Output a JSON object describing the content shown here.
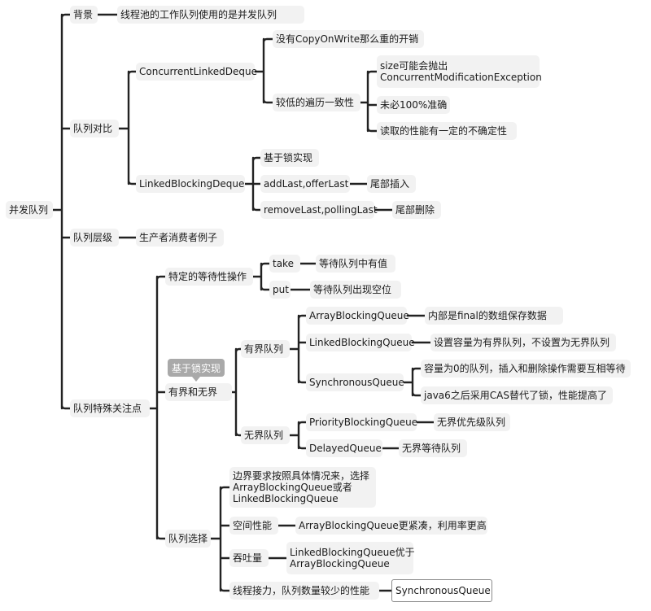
{
  "root": "并发队列",
  "background": {
    "label": "背景",
    "note": "线程池的工作队列使用的是并发队列"
  },
  "comparison": {
    "label": "队列对比",
    "concurrent_linked_deque": {
      "label": "ConcurrentLinkedDeque",
      "no_cow_overhead": "没有CopyOnWrite那么重的开销",
      "weak_consistency": {
        "label": "较低的遍历一致性",
        "size_exception": [
          "size可能会抛出",
          "ConcurrentModificationException"
        ],
        "not_exact": "未必100%准确",
        "read_uncertain": "读取的性能有一定的不确定性"
      }
    },
    "linked_blocking_deque": {
      "label": "LinkedBlockingDeque",
      "lock_based": "基于锁实现",
      "add_last": {
        "label": "addLast,offerLast",
        "note": "尾部插入"
      },
      "remove_last": {
        "label": "removeLast,pollingLast",
        "note": "尾部删除"
      }
    }
  },
  "hierarchy": {
    "label": "队列层级",
    "note": "生产者消费者例子"
  },
  "special": {
    "label": "队列特殊关注点",
    "waiting_ops": {
      "label": "特定的等待性操作",
      "take": {
        "label": "take",
        "note": "等待队列中有值"
      },
      "put": {
        "label": "put",
        "note": "等待队列出现空位"
      }
    },
    "bounded_unbounded": {
      "label": "有界和无界",
      "callout": "基于锁实现",
      "bounded": {
        "label": "有界队列",
        "array_blocking_queue": {
          "label": "ArrayBlockingQueue",
          "note": "内部是final的数组保存数据"
        },
        "linked_blocking_queue": {
          "label": "LinkedBlockingQueue",
          "note": "设置容量为有界队列，不设置为无界队列"
        },
        "synchronous_queue": {
          "label": "SynchronousQueue",
          "note_capacity": "容量为0的队列，插入和删除操作需要互相等待",
          "note_cas": "java6之后采用CAS替代了锁，性能提高了"
        }
      },
      "unbounded": {
        "label": "无界队列",
        "priority_blocking_queue": {
          "label": "PriorityBlockingQueue",
          "note": "无界优先级队列"
        },
        "delayed_queue": {
          "label": "DelayedQueue",
          "note": "无界等待队列"
        }
      }
    },
    "selection": {
      "label": "队列选择",
      "boundary": [
        "边界要求按照具体情况来，选择",
        "ArrayBlockingQueue或者",
        "LinkedBlockingQueue"
      ],
      "space": {
        "label": "空间性能",
        "note": "ArrayBlockingQueue更紧凑，利用率更高"
      },
      "throughput": {
        "label": "吞吐量",
        "note": [
          "LinkedBlockingQueue优于",
          "ArrayBlockingQueue"
        ]
      },
      "handoff": {
        "label": "线程接力，队列数量较少的性能",
        "note": "SynchronousQueue"
      }
    }
  }
}
